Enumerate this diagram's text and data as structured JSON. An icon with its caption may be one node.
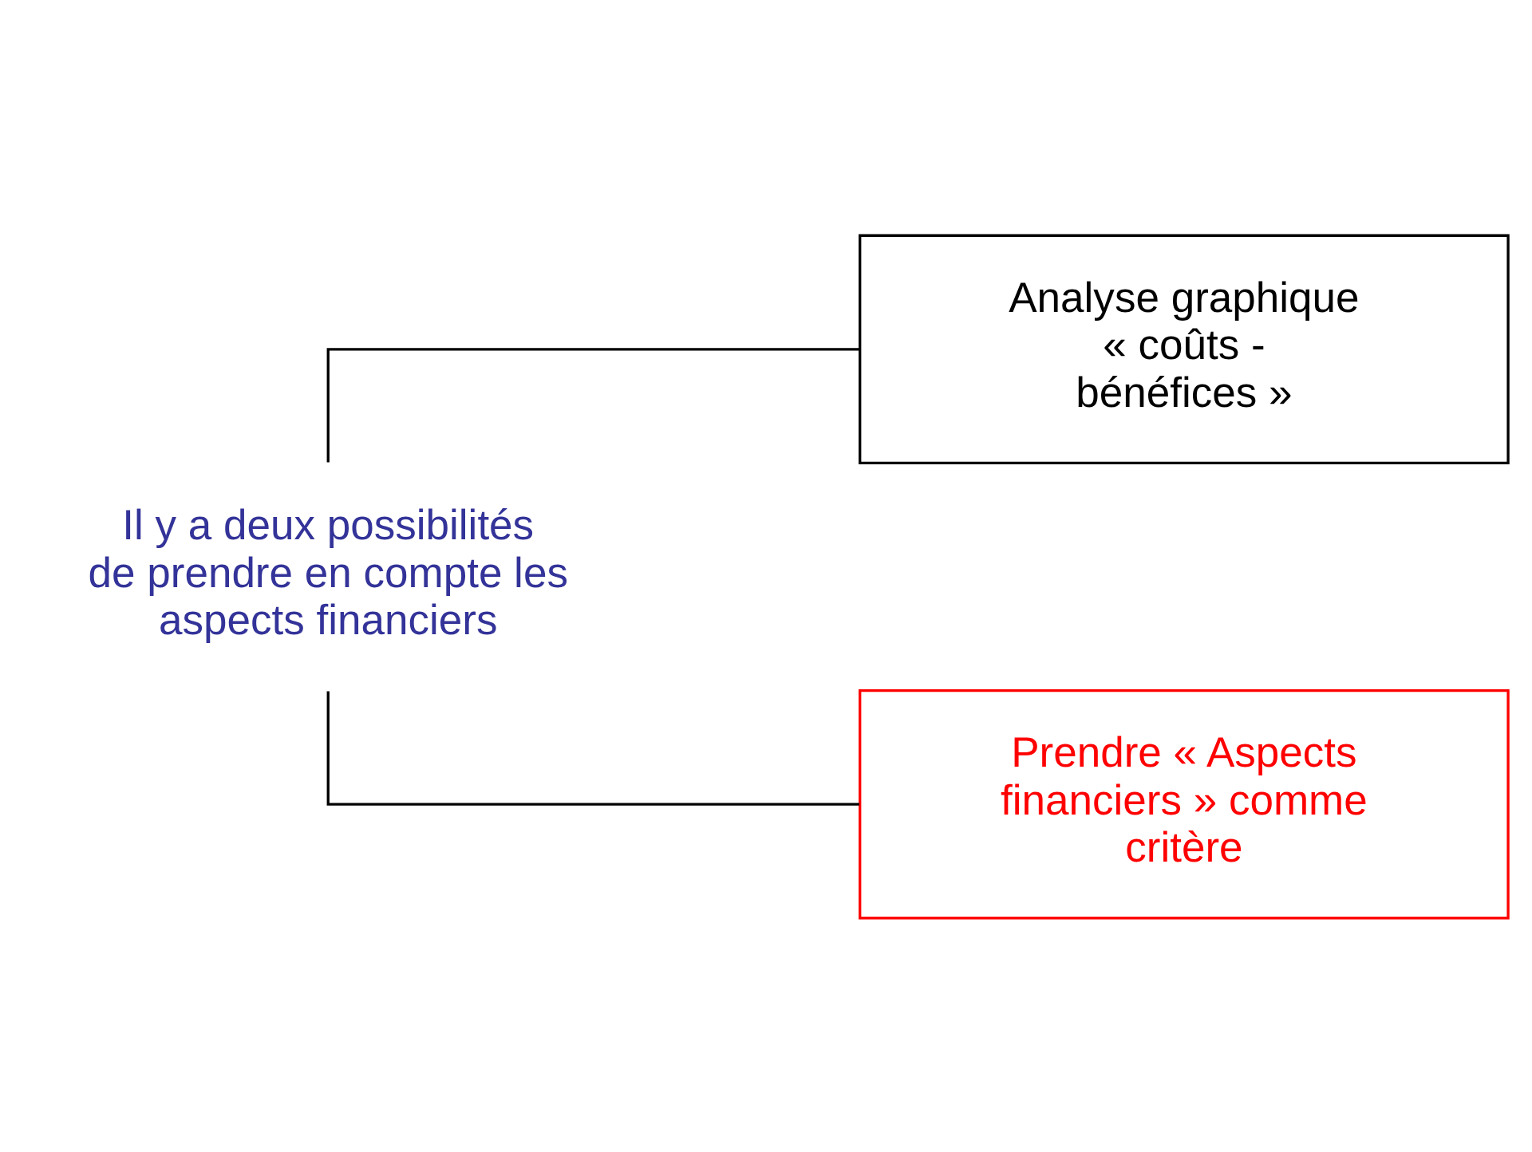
{
  "diagram": {
    "nodes": [
      {
        "text": [
          "Il y a deux possibilités de prendre en compte les aspects financiers"
        ]
      },
      {
        "text": [
          "Analyse graphique « coûts - bénéfices »"
        ]
      },
      {
        "text": [
          "Prendre « Aspects financiers » comme critère"
        ]
      }
    ],
    "edges": [
      {
        "from": 0,
        "to": 1,
        "arrow": "none"
      },
      {
        "from": 0,
        "to": 2,
        "arrow": "none"
      }
    ]
  }
}
